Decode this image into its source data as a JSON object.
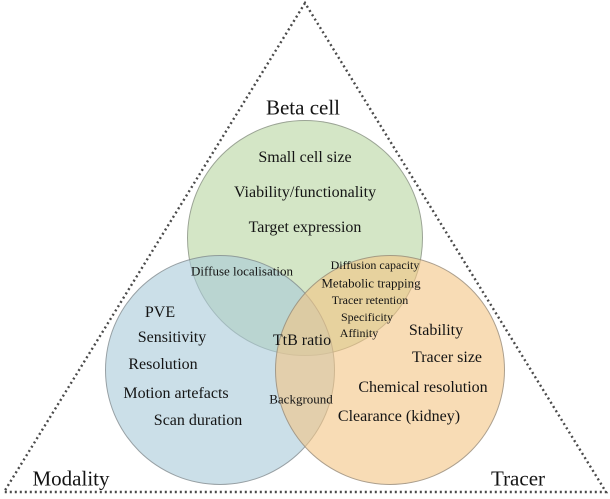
{
  "diagram": {
    "type": "venn-3",
    "corner_labels": {
      "top": "Beta cell",
      "bottom_left": "Modality",
      "bottom_right": "Tracer"
    },
    "sets": {
      "beta_cell": {
        "label": "Beta cell",
        "color": "#d5e4c8",
        "items": [
          "Small cell size",
          "Viability/functionality",
          "Target expression"
        ]
      },
      "modality": {
        "label": "Modality",
        "color": "#cbdfe8",
        "items": [
          "PVE",
          "Sensitivity",
          "Resolution",
          "Motion artefacts",
          "Scan duration"
        ]
      },
      "tracer": {
        "label": "Tracer",
        "color": "#f8dcb5",
        "items": [
          "Stability",
          "Tracer size",
          "Chemical resolution",
          "Clearance (kidney)"
        ]
      }
    },
    "overlaps": {
      "beta_modality": {
        "items": [
          "Diffuse localisation"
        ]
      },
      "beta_tracer": {
        "items": [
          "Diffusion capacity",
          "Metabolic trapping",
          "Tracer retention",
          "Specificity",
          "Affinity"
        ]
      },
      "modality_tracer": {
        "items": [
          "Background"
        ]
      },
      "center": {
        "items": [
          "TtB ratio"
        ]
      }
    },
    "triangle": {
      "stroke_color": "#4a4a4a",
      "style": "dotted"
    }
  }
}
